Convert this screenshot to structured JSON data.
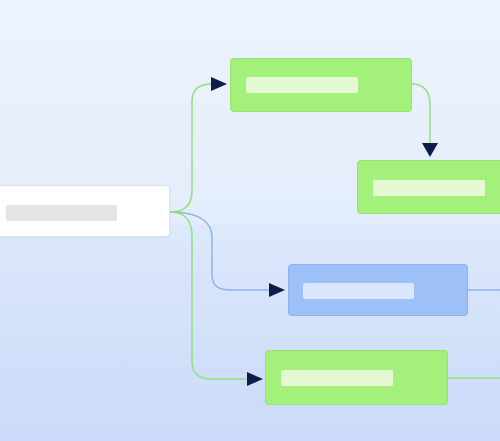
{
  "diagram": {
    "nodes": [
      {
        "id": "source",
        "kind": "blank-node",
        "color": "#ffffff"
      },
      {
        "id": "green-top",
        "kind": "blank-node",
        "color": "#a3f07a"
      },
      {
        "id": "green-right",
        "kind": "blank-node",
        "color": "#a3f07a"
      },
      {
        "id": "blue-mid",
        "kind": "blank-node",
        "color": "#9dc0f8"
      },
      {
        "id": "green-bottom",
        "kind": "blank-node",
        "color": "#a3f07a"
      }
    ],
    "edges": [
      {
        "from": "source",
        "to": "green-top",
        "color": "#8fe27a",
        "arrowhead": "#0f1b4c"
      },
      {
        "from": "green-top",
        "to": "green-right",
        "color": "#8fe27a",
        "arrowhead": "#0f1b4c"
      },
      {
        "from": "source",
        "to": "blue-mid",
        "color": "#8fb3ef",
        "arrowhead": "#0f1b4c"
      },
      {
        "from": "source",
        "to": "green-bottom",
        "color": "#8fe27a",
        "arrowhead": "#0f1b4c"
      },
      {
        "from": "blue-mid",
        "to": "offscreen-right",
        "color": "#8fb3ef"
      },
      {
        "from": "green-bottom",
        "to": "offscreen-right",
        "color": "#8fe27a"
      }
    ]
  }
}
